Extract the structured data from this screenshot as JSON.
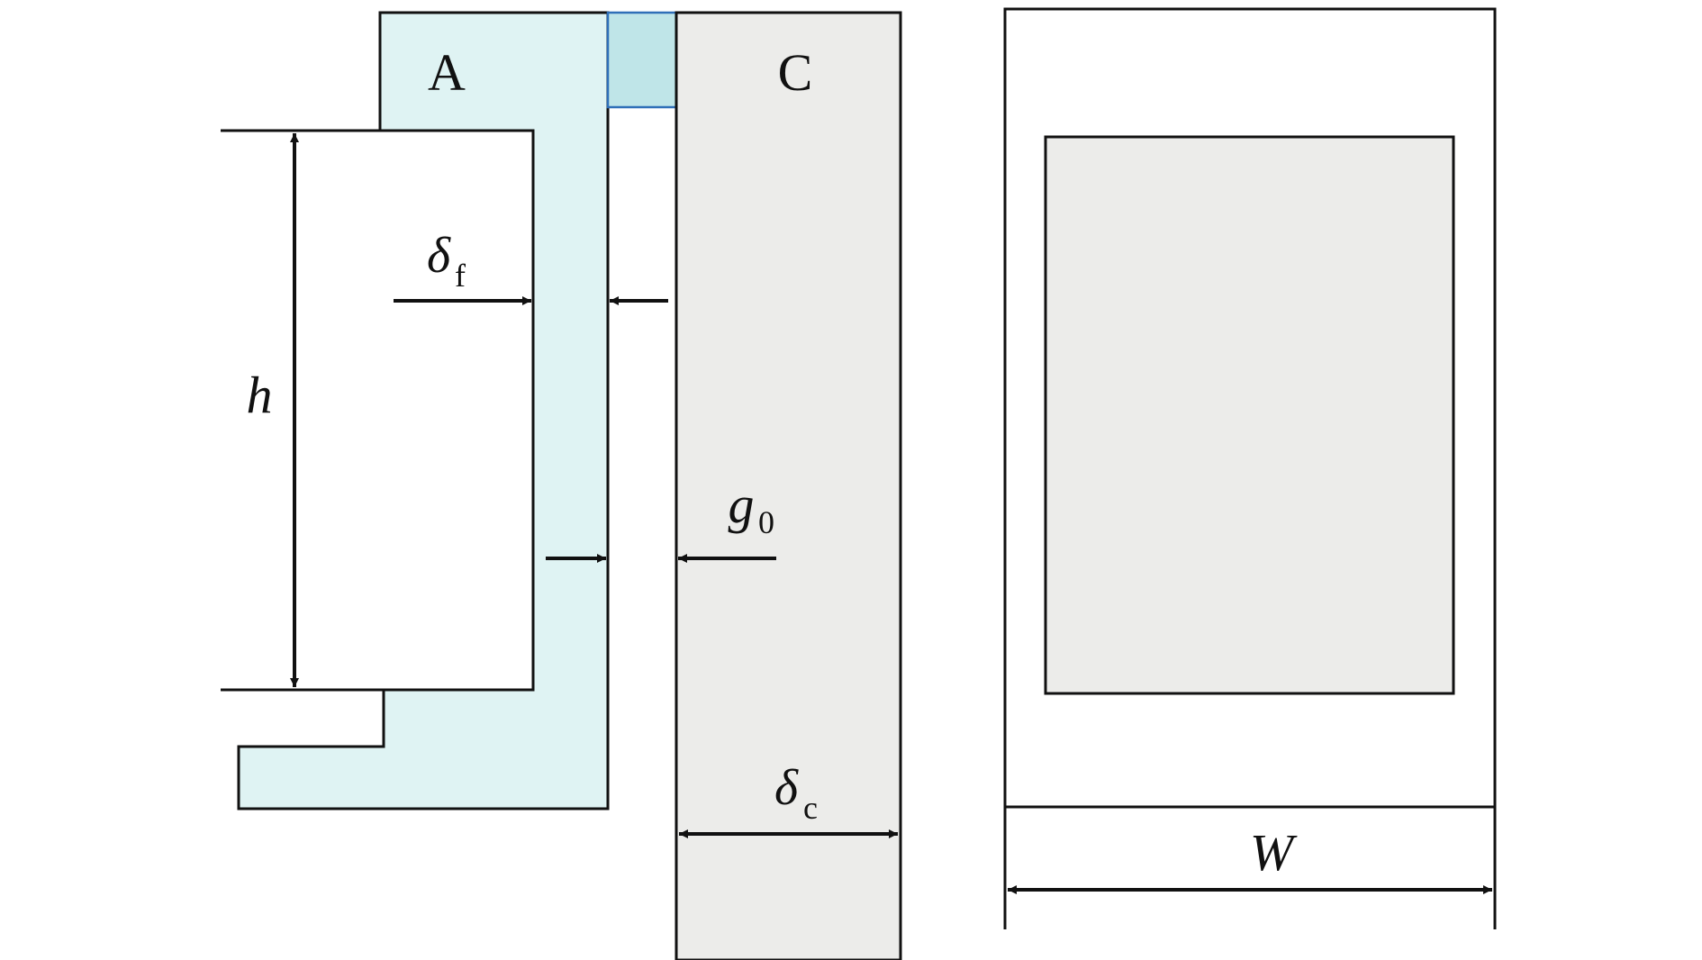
{
  "labels": {
    "part_a": "A",
    "part_c": "C",
    "height": "h",
    "flange_thickness": "δ",
    "flange_thickness_sub": "f",
    "gap": "g",
    "gap_sub": "0",
    "core_thickness": "δ",
    "core_thickness_sub": "c",
    "width": "W"
  },
  "colors": {
    "part_a_fill": "#dff3f3",
    "part_c_fill": "#ececea",
    "top_block_fill": "#bfe5e8",
    "top_block_stroke": "#2f6fb8",
    "window_fill": "#ececea",
    "stroke": "#111111"
  }
}
